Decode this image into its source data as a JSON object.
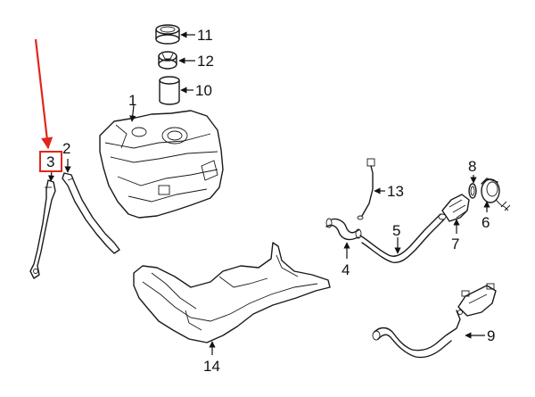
{
  "callouts": {
    "c1": "1",
    "c2": "2",
    "c3": "3",
    "c4": "4",
    "c5": "5",
    "c6": "6",
    "c7": "7",
    "c8": "8",
    "c9": "9",
    "c10": "10",
    "c11": "11",
    "c12": "12",
    "c13": "13",
    "c14": "14"
  },
  "highlight": {
    "callout": "3",
    "color": "#e0261c"
  },
  "colors": {
    "line": "#1a1a1a",
    "background": "#ffffff",
    "highlight": "#e0261c"
  }
}
